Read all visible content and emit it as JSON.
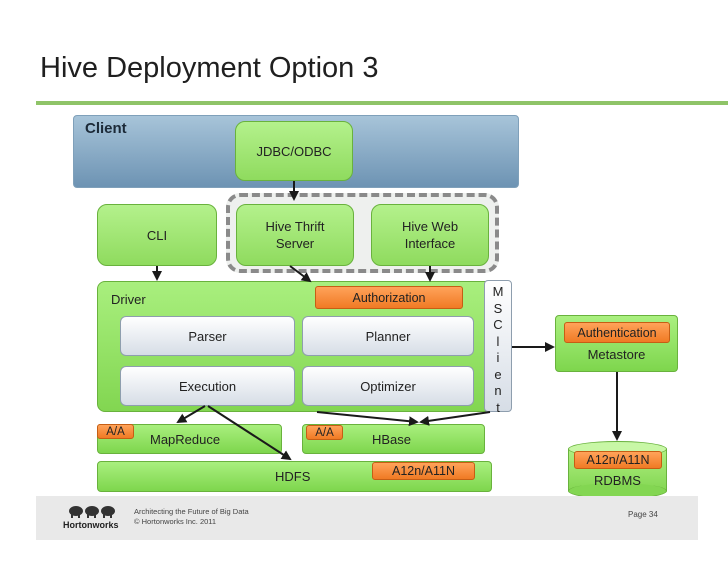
{
  "title": "Hive Deployment Option 3",
  "client": {
    "label": "Client",
    "jdbc": "JDBC/ODBC"
  },
  "top_boxes": {
    "cli": "CLI",
    "thrift": "Hive Thrift\nServer",
    "web": "Hive Web\nInterface"
  },
  "driver": {
    "label": "Driver",
    "authorization": "Authorization",
    "parser": "Parser",
    "planner": "Planner",
    "execution": "Execution",
    "optimizer": "Optimizer",
    "ms_client": [
      "M",
      "S",
      "C",
      "l",
      "i",
      "e",
      "n",
      "t"
    ]
  },
  "metastore": {
    "authentication": "Authentication",
    "label": "Metastore"
  },
  "storage": {
    "mapreduce_tag": "A/A",
    "mapreduce": "MapReduce",
    "hbase_tag": "A/A",
    "hbase": "HBase",
    "hdfs": "HDFS",
    "hdfs_tag": "A12n/A11N"
  },
  "rdbms": {
    "tag": "A12n/A11N",
    "label": "RDBMS"
  },
  "footer": {
    "line1": "Architecting the Future of Big Data",
    "line2": "© Hortonworks Inc. 2011",
    "logo_text": "Hortonworks",
    "page": "Page 34"
  },
  "colors": {
    "green": "#8fd85e",
    "orange": "#f58a3a",
    "blue": "#7f9fbb",
    "accent_rule": "#8fc468"
  }
}
